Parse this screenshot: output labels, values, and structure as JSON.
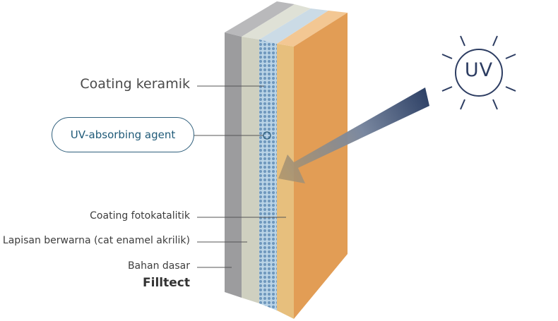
{
  "labels": {
    "ceramic_coating": "Coating keramik",
    "uv_absorbing_agent": "UV-absorbing agent",
    "photocatalytic_coating": "Coating fotokatalitik",
    "color_layer": "Lapisan berwarna (cat enamel akrilik)",
    "base_material": "Bahan dasar",
    "product_name": "Filltect"
  },
  "sun": {
    "text": "UV",
    "icon": "sun-icon"
  },
  "colors": {
    "base_gray": "#9c9c9e",
    "color_layer": "#cfd0c0",
    "ceramic": "#b8cfe0",
    "photocatalytic": "#e7bf7d",
    "orange_body": "#e29d55",
    "uv_navy": "#2d3d62",
    "pill_border": "#2f5f7c"
  }
}
